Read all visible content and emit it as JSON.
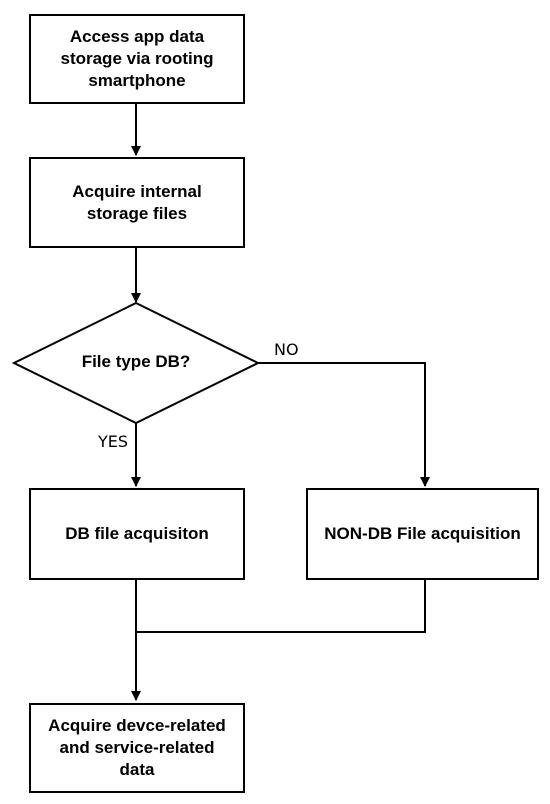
{
  "flowchart": {
    "step1": "Access app data storage via rooting smartphone",
    "step2": "Acquire internal storage files",
    "decision": "File type DB?",
    "no_label": "NO",
    "yes_label": "YES",
    "db_branch": "DB file acquisiton",
    "nondb_branch": "NON-DB File acquisition",
    "final": "Acquire devce-related and service-related data"
  },
  "colors": {
    "stroke": "#000000",
    "fill": "#ffffff"
  }
}
